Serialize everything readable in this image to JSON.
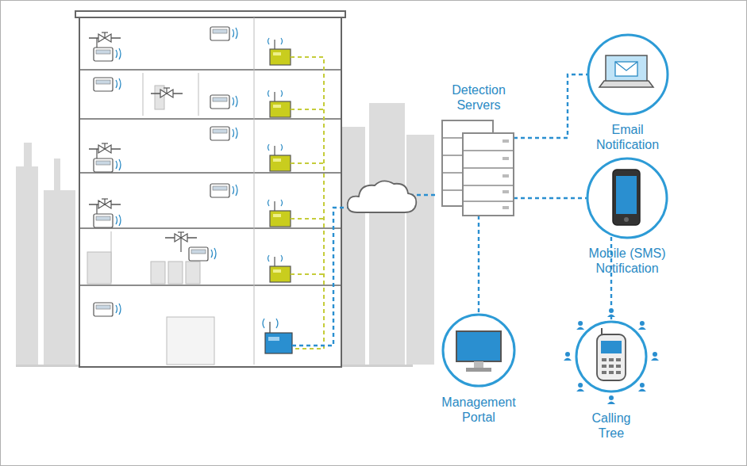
{
  "diagram": {
    "nodes": [
      {
        "text": [
          "Detection Servers"
        ]
      },
      {
        "text": [
          "Email Notification"
        ]
      },
      {
        "text": [
          "Mobile (SMS) Notification"
        ]
      },
      {
        "text": [
          "Management Portal"
        ]
      },
      {
        "text": [
          "Calling Tree"
        ]
      }
    ],
    "edges": [
      {
        "from": 0,
        "to": 1,
        "arrow": "none"
      },
      {
        "from": 0,
        "to": 2,
        "arrow": "none"
      },
      {
        "from": 0,
        "to": 4,
        "arrow": "none"
      },
      {
        "from": 0,
        "to": 3,
        "arrow": "none"
      }
    ]
  }
}
